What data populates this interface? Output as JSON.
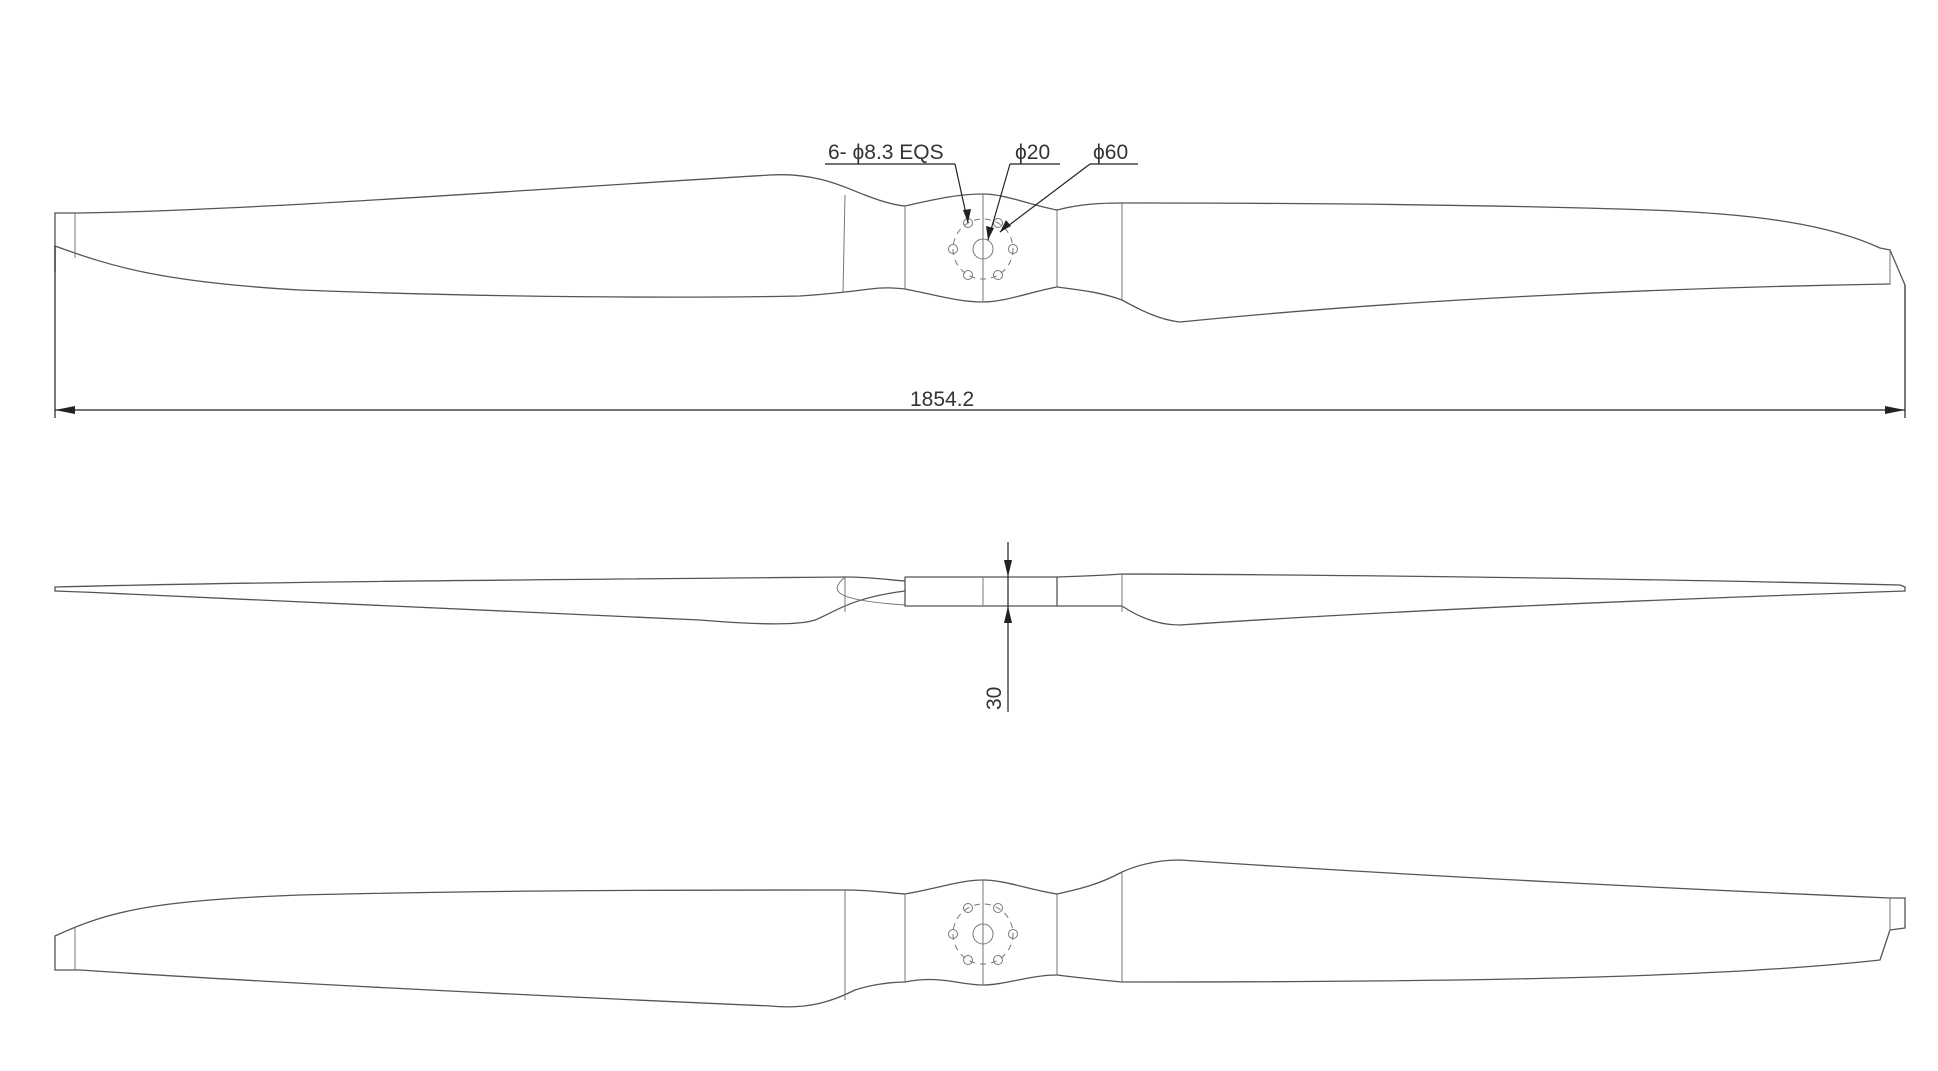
{
  "drawing": {
    "overall_length_label": "1854.2",
    "hub_thickness_label": "30",
    "callouts": {
      "bolt_holes": "6- ϕ8.3 EQS",
      "center_bore": "ϕ20",
      "hub_diameter": "ϕ60"
    }
  },
  "colors": {
    "line": "#555555",
    "dimension": "#222222",
    "background": "#ffffff"
  }
}
